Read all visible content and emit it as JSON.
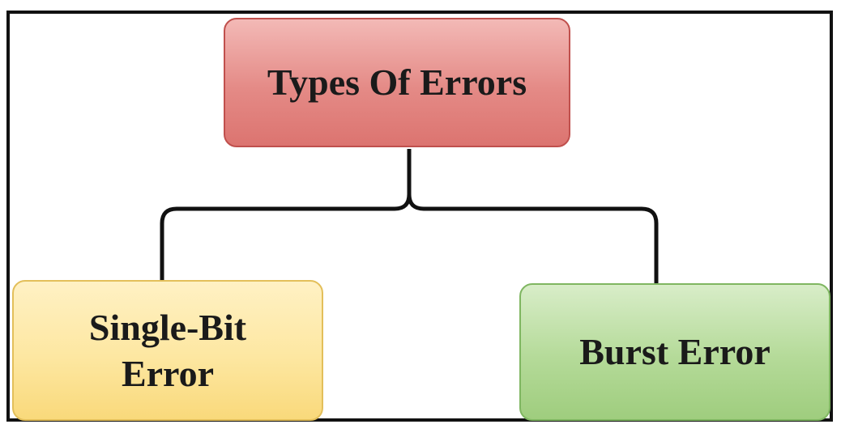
{
  "diagram": {
    "root": {
      "label": "Types Of Errors"
    },
    "children": [
      {
        "label_lines": [
          "Single-Bit",
          "Error"
        ]
      },
      {
        "label_lines": [
          "Burst Error"
        ]
      }
    ]
  },
  "colors": {
    "root_fill": "#e48a86",
    "left_fill": "#fde7a1",
    "right_fill": "#b4da98",
    "connector": "#111111",
    "frame": "#111111"
  }
}
